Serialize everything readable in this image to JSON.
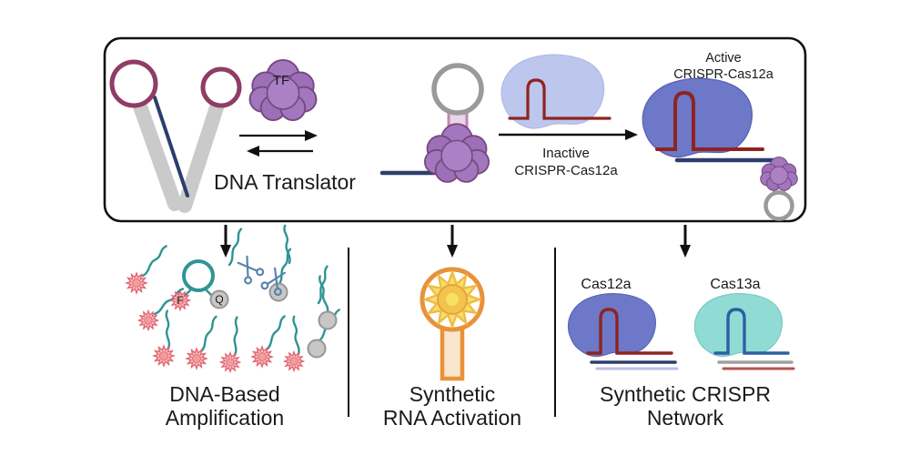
{
  "top_panel": {
    "tf_label": "TF",
    "translator_label": "DNA Translator",
    "inactive_cas_line1": "Inactive",
    "inactive_cas_line2": "CRISPR-Cas12a",
    "active_cas_line1": "Active",
    "active_cas_line2": "CRISPR-Cas12a"
  },
  "bottom_panels": {
    "amplification": {
      "title_line1": "DNA-Based",
      "title_line2": "Amplification",
      "fluorophore_label": "F",
      "quencher_label": "Q"
    },
    "rna_activation": {
      "title_line1": "Synthetic",
      "title_line2": "RNA Activation"
    },
    "crispr_network": {
      "title_line1": "Synthetic CRISPR",
      "title_line2": "Network",
      "cas12a_label": "Cas12a",
      "cas13a_label": "Cas13a"
    }
  },
  "icons": {
    "tf-protein-icon": "purple globular protein cluster",
    "hairpin-loop-icon": "stem-loop with circular loop",
    "fluorophore-burst-icon": "pink 12-point sunburst",
    "quencher-icon": "gray sphere",
    "scissors-icon": "crossed blades with ring handles",
    "cas-protein-icon": "rounded blob protein",
    "rna-burst-icon": "yellow sunburst in orange stem-loop",
    "arrow-icon": "black arrow"
  },
  "colors": {
    "outline_black": "#111111",
    "maroon_loop": "#8f3c66",
    "gray_strand": "#cacaca",
    "navy_dna": "#2c3e6b",
    "tf_purple": "#9d6fb8",
    "stem_pink": "#ecd4e8",
    "inactive_cas_lavender": "#bdc6ec",
    "active_cas_blue": "#6d78c8",
    "crrna_red": "#8e2420",
    "teal_dna": "#2f9494",
    "fluorophore_pink": "#f6bcbf",
    "quencher_gray": "#c7c7c7",
    "rna_orange": "#e8923a",
    "rna_yellow": "#f8e067",
    "cas13a_teal": "#90dcd4",
    "cas13a_rna_blue": "#2e5fa3",
    "scissors_blue": "#5b84ad"
  }
}
